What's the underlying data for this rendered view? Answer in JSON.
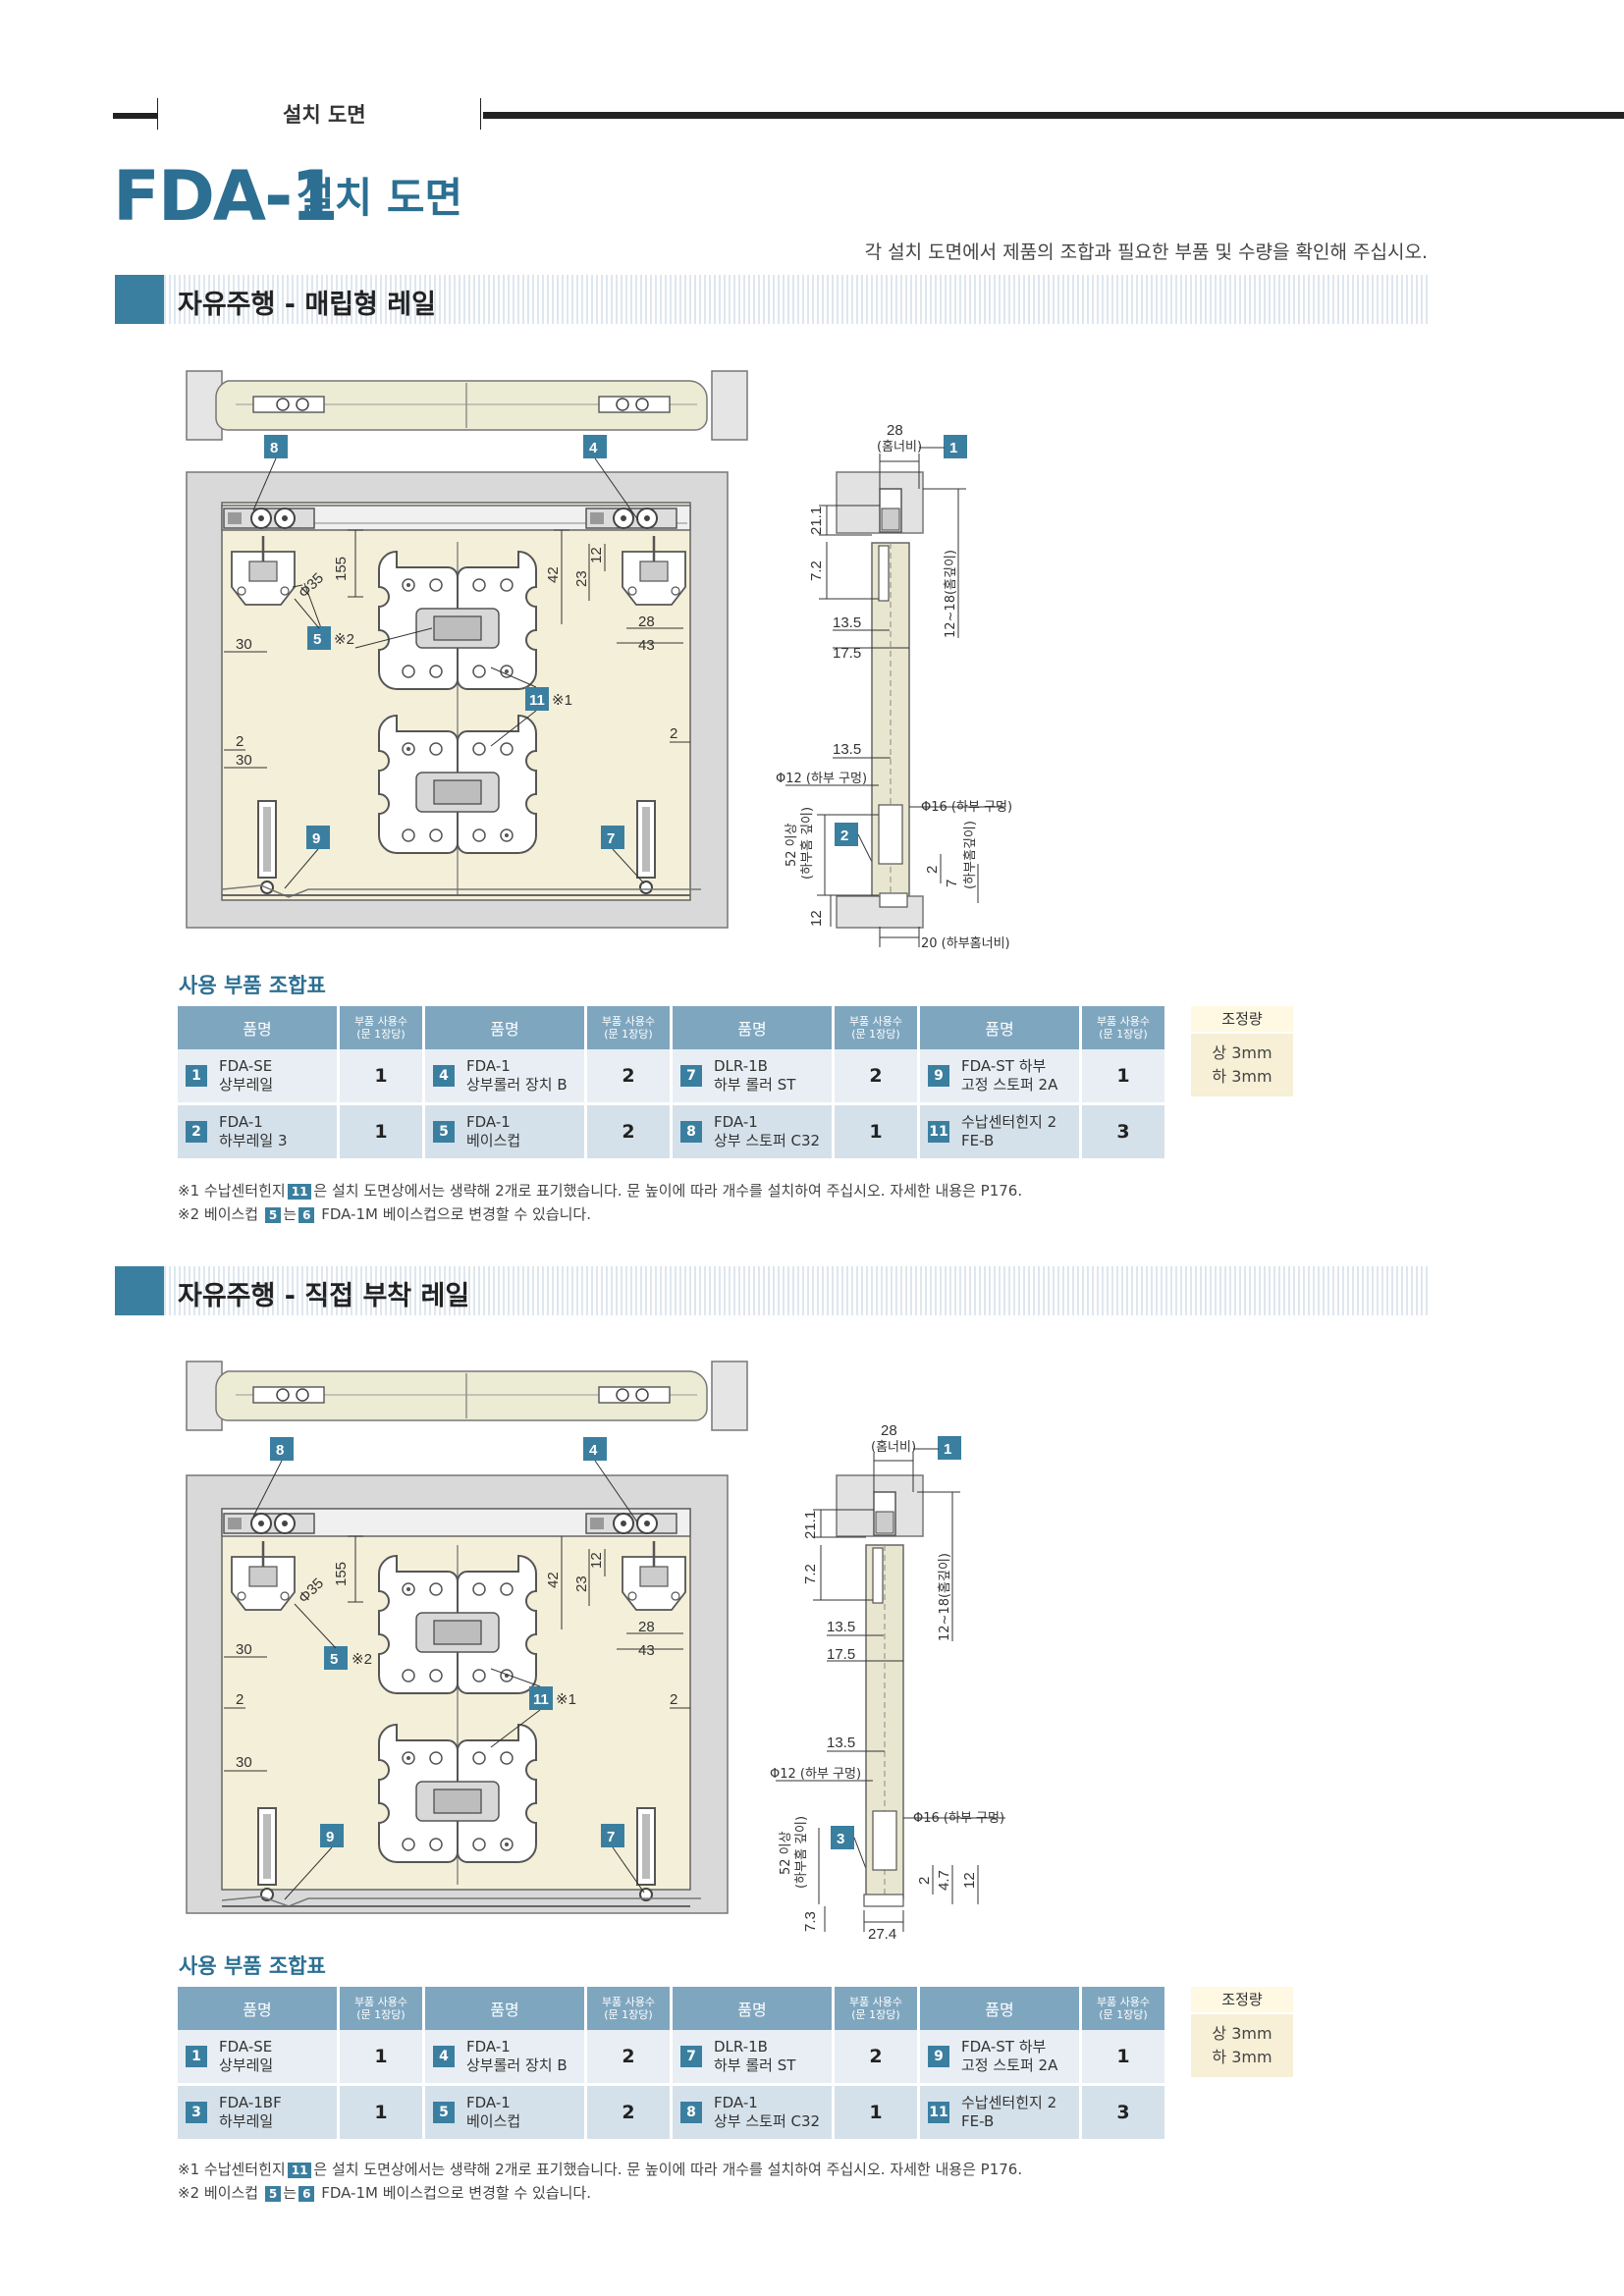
{
  "header": {
    "section_label": "설치 도면",
    "title_code": "FDA-1",
    "title_text": "설치 도면",
    "subtitle": "각 설치 도면에서 제품의 조합과 필요한 부품 및 수량을 확인해 주십시오."
  },
  "sections": [
    {
      "title": "자유주행 - 매립형 레일",
      "callouts": [
        "1",
        "2",
        "4",
        "5",
        "7",
        "8",
        "9",
        "11"
      ],
      "marks": [
        "※2",
        "※1"
      ],
      "dims": {
        "front": [
          "155",
          "Φ35",
          "42",
          "23",
          "12",
          "28",
          "43",
          "30",
          "2",
          "30",
          "2"
        ],
        "side": [
          "28",
          "(홈너비)",
          "21.1",
          "7.2",
          "12~18(홈깊이)",
          "13.5",
          "17.5",
          "13.5",
          "Φ12 (하부 구멍)",
          "Φ16 (하부 구멍)",
          "52 이상",
          "(하부홈 깊이)",
          "2",
          "7",
          "(하부홈깊이)",
          "12",
          "20 (하부홈너비)"
        ]
      },
      "parts_title": "사용 부품 조합표",
      "headers": {
        "name": "품명",
        "qty": [
          "부품 사용수",
          "(문 1장당)"
        ]
      },
      "rows": [
        [
          {
            "no": "1",
            "name1": "FDA-SE",
            "name2": "상부레일",
            "qty": "1"
          },
          {
            "no": "4",
            "name1": "FDA-1",
            "name2": "상부롤러 장치 B",
            "qty": "2"
          },
          {
            "no": "7",
            "name1": "DLR-1B",
            "name2": "하부 롤러 ST",
            "qty": "2"
          },
          {
            "no": "9",
            "name1": "FDA-ST 하부",
            "name2": "고정 스토퍼 2A",
            "qty": "1"
          }
        ],
        [
          {
            "no": "2",
            "name1": "FDA-1",
            "name2": "하부레일 3",
            "qty": "1"
          },
          {
            "no": "5",
            "name1": "FDA-1",
            "name2": "베이스컵",
            "qty": "2"
          },
          {
            "no": "8",
            "name1": "FDA-1",
            "name2": "상부 스토퍼 C32",
            "qty": "1"
          },
          {
            "no": "11",
            "name1": "수납센터힌지 2",
            "name2": "FE-B",
            "qty": "3"
          }
        ]
      ],
      "adjust": {
        "label": "조정량",
        "up": "상 3mm",
        "down": "하 3mm"
      },
      "notes": [
        {
          "mark": "※1",
          "pre": "수납센터힌지",
          "badge": "11",
          "post": "은 설치 도면상에서는 생략해 2개로 표기했습니다. 문 높이에 따라 개수를 설치하여 주십시오. 자세한 내용은 P176."
        },
        {
          "mark": "※2",
          "pre": "베이스컵",
          "badge": "5",
          "mid": "는",
          "badge2": "6",
          "post": "FDA-1M 베이스컵으로 변경할 수 있습니다."
        }
      ]
    },
    {
      "title": "자유주행 - 직접 부착 레일",
      "callouts": [
        "1",
        "3",
        "4",
        "5",
        "7",
        "8",
        "9",
        "11"
      ],
      "marks": [
        "※2",
        "※1"
      ],
      "dims": {
        "front": [
          "155",
          "Φ35",
          "42",
          "23",
          "12",
          "28",
          "43",
          "30",
          "2",
          "30",
          "2"
        ],
        "side": [
          "28",
          "(홈너비)",
          "21.1",
          "7.2",
          "12~18(홈깊이)",
          "13.5",
          "17.5",
          "13.5",
          "Φ12 (하부 구멍)",
          "Φ16 (하부 구멍)",
          "52 이상",
          "(하부홈 깊이)",
          "2",
          "4.7",
          "12",
          "7.3",
          "27.4"
        ]
      },
      "parts_title": "사용 부품 조합표",
      "headers": {
        "name": "품명",
        "qty": [
          "부품 사용수",
          "(문 1장당)"
        ]
      },
      "rows": [
        [
          {
            "no": "1",
            "name1": "FDA-SE",
            "name2": "상부레일",
            "qty": "1"
          },
          {
            "no": "4",
            "name1": "FDA-1",
            "name2": "상부롤러 장치 B",
            "qty": "2"
          },
          {
            "no": "7",
            "name1": "DLR-1B",
            "name2": "하부 롤러 ST",
            "qty": "2"
          },
          {
            "no": "9",
            "name1": "FDA-ST 하부",
            "name2": "고정 스토퍼 2A",
            "qty": "1"
          }
        ],
        [
          {
            "no": "3",
            "name1": "FDA-1BF",
            "name2": "하부레일",
            "qty": "1"
          },
          {
            "no": "5",
            "name1": "FDA-1",
            "name2": "베이스컵",
            "qty": "2"
          },
          {
            "no": "8",
            "name1": "FDA-1",
            "name2": "상부 스토퍼 C32",
            "qty": "1"
          },
          {
            "no": "11",
            "name1": "수납센터힌지 2",
            "name2": "FE-B",
            "qty": "3"
          }
        ]
      ],
      "adjust": {
        "label": "조정량",
        "up": "상 3mm",
        "down": "하 3mm"
      },
      "notes": [
        {
          "mark": "※1",
          "pre": "수납센터힌지",
          "badge": "11",
          "post": "은 설치 도면상에서는 생략해 2개로 표기했습니다. 문 높이에 따라 개수를 설치하여 주십시오. 자세한 내용은 P176."
        },
        {
          "mark": "※2",
          "pre": "베이스컵",
          "badge": "5",
          "mid": "는",
          "badge2": "6",
          "post": "FDA-1M 베이스컵으로 변경할 수 있습니다."
        }
      ]
    }
  ]
}
